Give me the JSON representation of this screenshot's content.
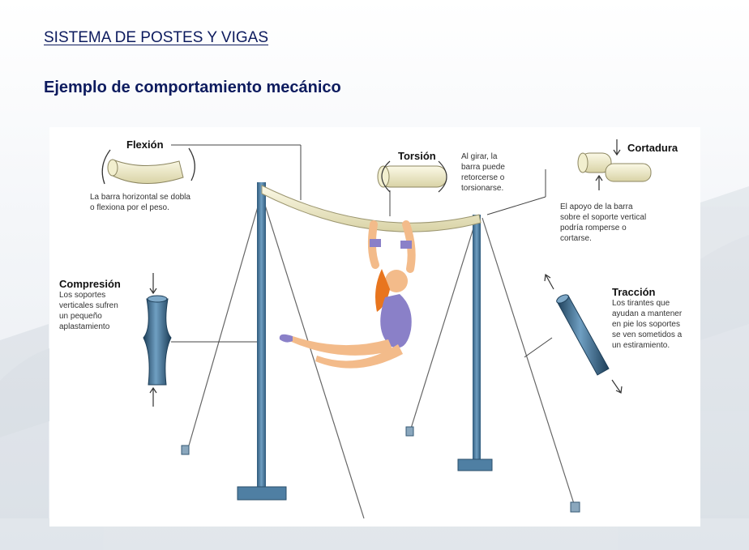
{
  "slide": {
    "title": "SISTEMA DE POSTES Y VIGAS",
    "subtitle": "Ejemplo de comportamiento mecánico"
  },
  "diagram": {
    "flexion": {
      "title": "Flexión",
      "text": "La barra horizontal se dobla\no flexiona por el peso."
    },
    "torsion": {
      "title": "Torsión",
      "text": "Al girar, la\nbarra puede\nretorcerse o\ntorsionarse."
    },
    "cortadura": {
      "title": "Cortadura",
      "text": "El apoyo de la barra\nsobre el soporte vertical\npodría romperse o\ncortarse."
    },
    "compresion": {
      "title": "Compresión",
      "text": "Los soportes\nverticales sufren\nun pequeño\naplastamiento"
    },
    "traccion": {
      "title": "Tracción",
      "text": "Los tirantes que\nayudan a mantener\nen pie los soportes\nse ven sometidos a\nun estiramiento."
    }
  },
  "colors": {
    "title": "#0d1b5e",
    "post": "#3f6f93",
    "bar": "#f0eccb",
    "leotard": "#8a80c8",
    "skin": "#f3bb8a",
    "hair": "#e8751e"
  }
}
